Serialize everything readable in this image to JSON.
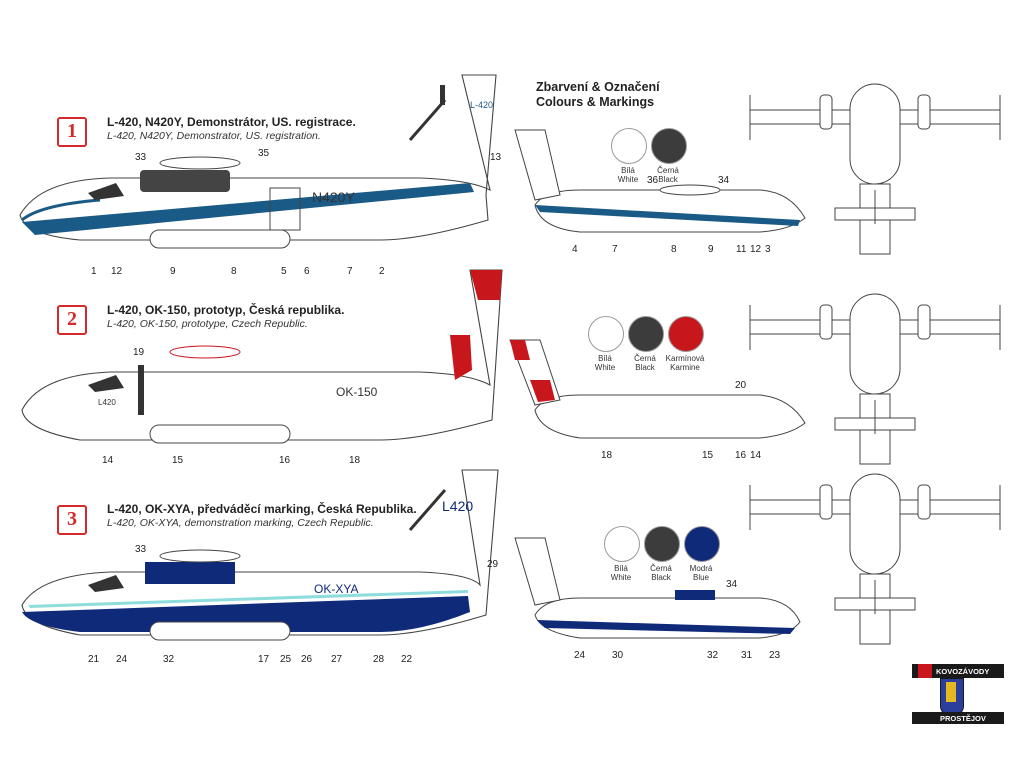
{
  "legend": {
    "title_cz": "Zbarvení & Označení",
    "title_en": "Colours & Markings"
  },
  "colors": {
    "blue_stripe": "#1a5a86",
    "navy": "#102a7a",
    "red": "#c8161d",
    "cyan": "#8fdcdc",
    "dark": "#3a3a3a"
  },
  "schemes": [
    {
      "number": "1",
      "title": "L-420, N420Y, Demonstrátor, US. registrace.",
      "subtitle": "L-420, N420Y, Demonstrator, US. registration.",
      "registration": "N420Y",
      "fin_text": "L-420",
      "swatches": [
        {
          "name_cz": "Bílá",
          "name_en": "White",
          "color": "#ffffff"
        },
        {
          "name_cz": "Černá",
          "name_en": "Black",
          "color": "#3c3c3c"
        }
      ],
      "callouts_side": [
        "1",
        "12",
        "9",
        "8",
        "5",
        "6",
        "7",
        "2",
        "33",
        "35",
        "13"
      ],
      "callouts_small": [
        "4",
        "7",
        "8",
        "9",
        "11",
        "12",
        "3",
        "36",
        "34"
      ]
    },
    {
      "number": "2",
      "title": "L-420, OK-150, prototyp, Česká republika.",
      "subtitle": "L-420, OK-150, prototype, Czech Republic.",
      "registration": "OK-150",
      "nose_text": "L420",
      "swatches": [
        {
          "name_cz": "Bílá",
          "name_en": "White",
          "color": "#ffffff"
        },
        {
          "name_cz": "Černá",
          "name_en": "Black",
          "color": "#3c3c3c"
        },
        {
          "name_cz": "Karmínová",
          "name_en": "Karmine",
          "color": "#c8161d"
        }
      ],
      "callouts_side": [
        "14",
        "15",
        "16",
        "18",
        "19"
      ],
      "callouts_small": [
        "18",
        "15",
        "16",
        "14",
        "20"
      ]
    },
    {
      "number": "3",
      "title": "L-420, OK-XYA, předváděcí marking, Česká Republika.",
      "subtitle": "L-420, OK-XYA, demonstration marking, Czech Republic.",
      "registration": "OK-XYA",
      "fin_text": "L420",
      "swatches": [
        {
          "name_cz": "Bílá",
          "name_en": "White",
          "color": "#ffffff"
        },
        {
          "name_cz": "Černá",
          "name_en": "Black",
          "color": "#3c3c3c"
        },
        {
          "name_cz": "Modrá",
          "name_en": "Blue",
          "color": "#102a7a"
        }
      ],
      "callouts_side": [
        "21",
        "24",
        "32",
        "17",
        "25",
        "26",
        "27",
        "28",
        "22",
        "33",
        "29"
      ],
      "callouts_small": [
        "24",
        "30",
        "32",
        "31",
        "23",
        "34"
      ]
    }
  ],
  "brand": {
    "line1": "KOVOZÁVODY",
    "line2": "PROSTĚJOV"
  }
}
